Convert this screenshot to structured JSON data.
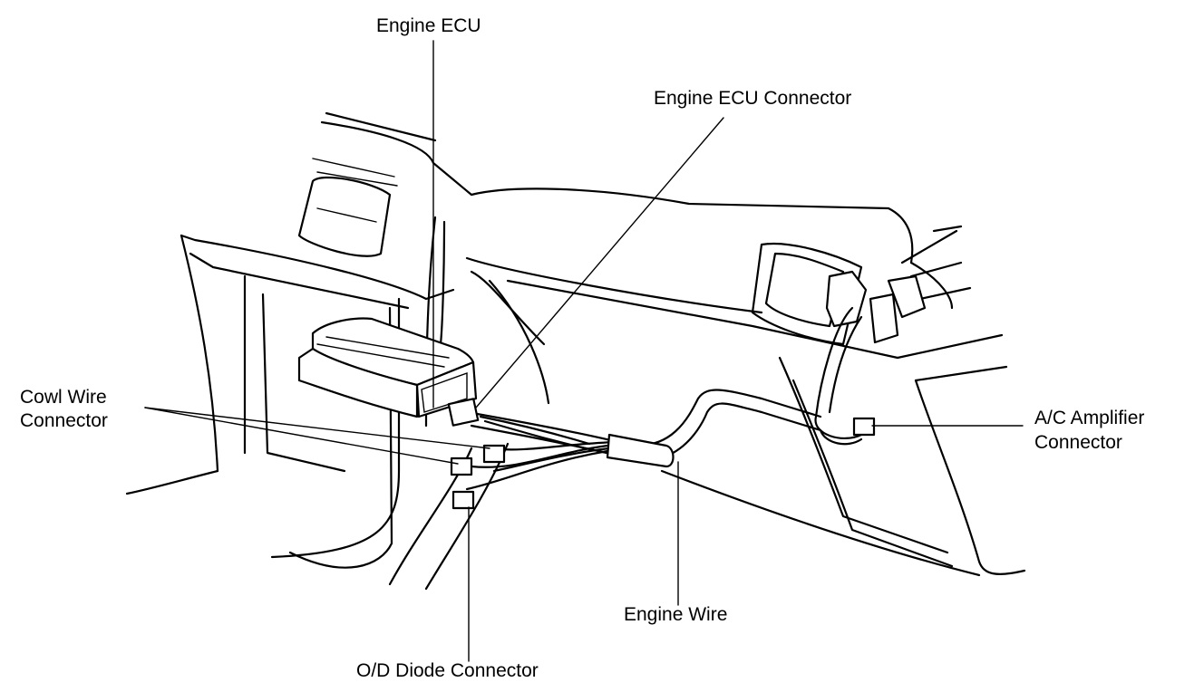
{
  "labels": {
    "engine_ecu": "Engine ECU",
    "engine_ecu_connector": "Engine ECU Connector",
    "cowl_wire_connector_line1": "Cowl Wire",
    "cowl_wire_connector_line2": "Connector",
    "ac_amplifier_connector_line1": "A/C Amplifier",
    "ac_amplifier_connector_line2": "Connector",
    "engine_wire": "Engine Wire",
    "od_diode_connector": "O/D Diode Connector"
  }
}
